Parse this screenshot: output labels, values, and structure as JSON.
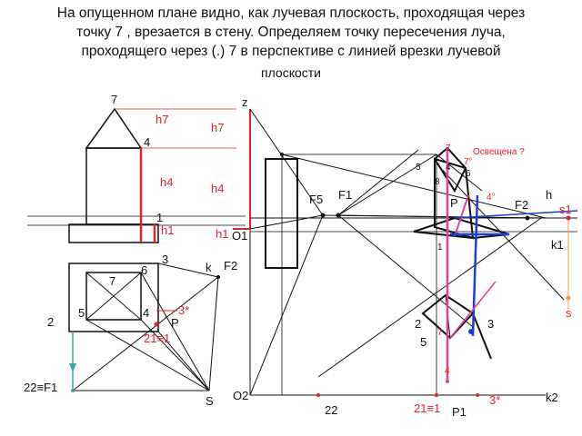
{
  "title": {
    "line1": "На опущенном плане видно, как лучевая плоскость, проходящая через",
    "line2": "точку 7 , врезается в стену. Определяем точку пересечения луча,",
    "line3": "проходящего через (.) 7 в перспективе с линией врезки лучевой",
    "line4": "плоскости"
  },
  "elevation": {
    "pt7": "7",
    "pt4": "4",
    "pt1": "1",
    "h7": "h7",
    "h4": "h4",
    "h1": "h1"
  },
  "plan": {
    "pt3": "3",
    "k": "k",
    "f2": "F2",
    "pt7": "7",
    "pt6": "6",
    "pt5": "5",
    "pt4": "4",
    "pt2": "2",
    "star3": "3*",
    "p": "P",
    "p21": "21≡1",
    "p22f1": "22≡F1",
    "s": "S"
  },
  "perspective": {
    "z": "z",
    "h7": "h7",
    "h4": "h4",
    "h1": "h1",
    "o1": "O1",
    "f5": "F5",
    "f1": "F1",
    "o2": "O2",
    "p22": "22",
    "p21": "21≡1",
    "p1": "P1",
    "star3": "3*",
    "k2": "k2",
    "k1": "k1",
    "h": "h",
    "f2": "F2",
    "s1": "s1",
    "s": "s",
    "lit": "Освещена ?",
    "n7": "7",
    "n7s": "7°",
    "n4": "4",
    "n5": "5",
    "n6": "6",
    "n8": "8",
    "n4s": "4°",
    "np": "P",
    "n2": "2",
    "n3": "3",
    "n5b": "5",
    "n4b": "4",
    "n7b": "7",
    "n1": "1"
  }
}
